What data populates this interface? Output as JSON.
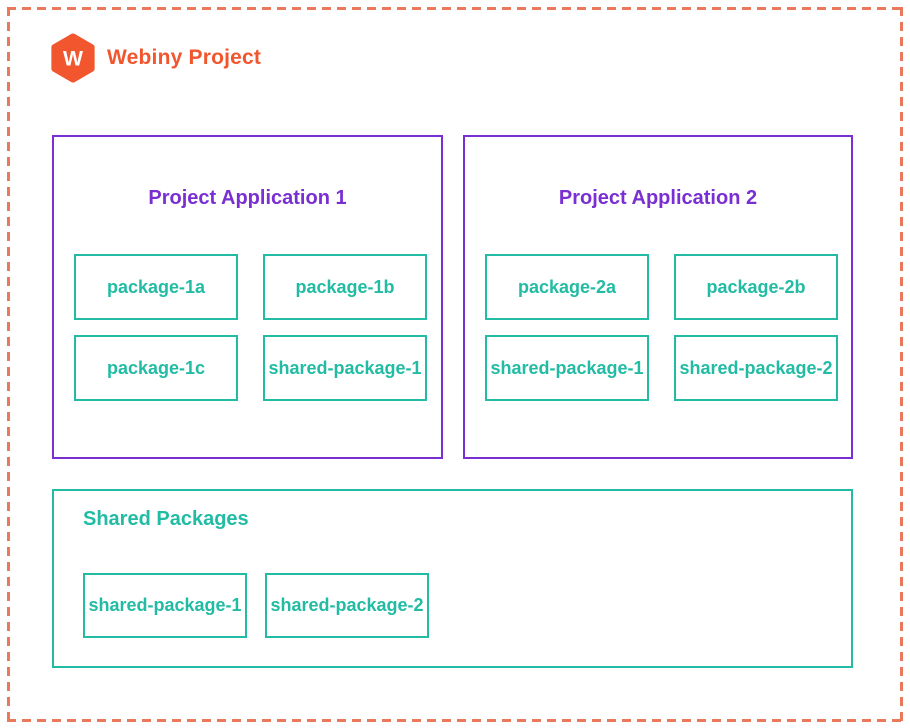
{
  "header": {
    "logo_letter": "W",
    "title": "Webiny Project"
  },
  "colors": {
    "brand_orange": "#F1562E",
    "dash_orange": "#EA795C",
    "purple": "#7A2FD3",
    "teal": "#22BCA4"
  },
  "applications": [
    {
      "title": "Project Application 1",
      "packages": [
        "package-1a",
        "package-1b",
        "package-1c",
        "shared-package-1"
      ]
    },
    {
      "title": "Project Application 2",
      "packages": [
        "package-2a",
        "package-2b",
        "shared-package-1",
        "shared-package-2"
      ]
    }
  ],
  "shared_section": {
    "title": "Shared Packages",
    "packages": [
      "shared-package-1",
      "shared-package-2"
    ]
  }
}
